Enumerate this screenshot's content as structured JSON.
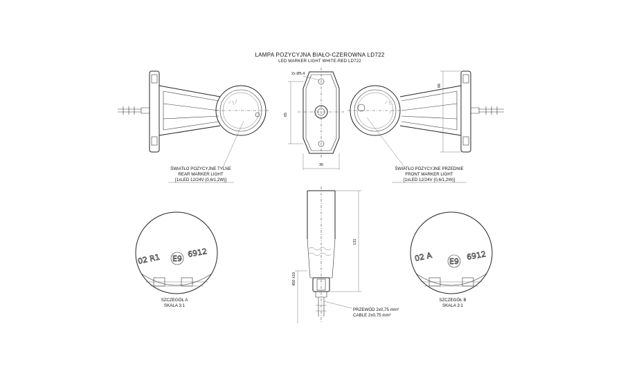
{
  "title": "LAMPA POZYCYJNA BIAŁO-CZEROWNA LD722",
  "subtitle": "LED MARKER LIGHT WHITE-RED LD722",
  "rear_label": {
    "line1": "ŚWIATŁO POZYCYJNE TYLNE",
    "line2": "REAR MARKER LIGHT",
    "line3": "[1xLED 12/24V (0,6/1,2W)]"
  },
  "front_label": {
    "line1": "ŚWIATŁO POZYCYJNE PRZEDNIE",
    "line2": "FRONT MARKER LIGHT",
    "line3": "[1xLED 12/24V (0,6/1,2W)]"
  },
  "cable_label": {
    "line1": "PRZEWÓD 2x0,75 mm²",
    "line2": "CABLE 2x0,75 mm²"
  },
  "detail_a": {
    "line1": "SZCZEGÓŁ A",
    "line2": "SKALA 3:1",
    "marks_left": "02 R1",
    "mark_e": "E9",
    "marks_right": "6912"
  },
  "detail_b": {
    "line1": "SZCZEGÓŁ B",
    "line2": "SKALA 3:1",
    "marks_left": "02 A",
    "mark_e": "E9",
    "marks_right": "6912"
  },
  "dimensions": {
    "hole": "2x Ø5,4",
    "width": "36",
    "height_plate": "65",
    "height_side": "86",
    "length": "131",
    "cable_length": "450 ±10"
  }
}
